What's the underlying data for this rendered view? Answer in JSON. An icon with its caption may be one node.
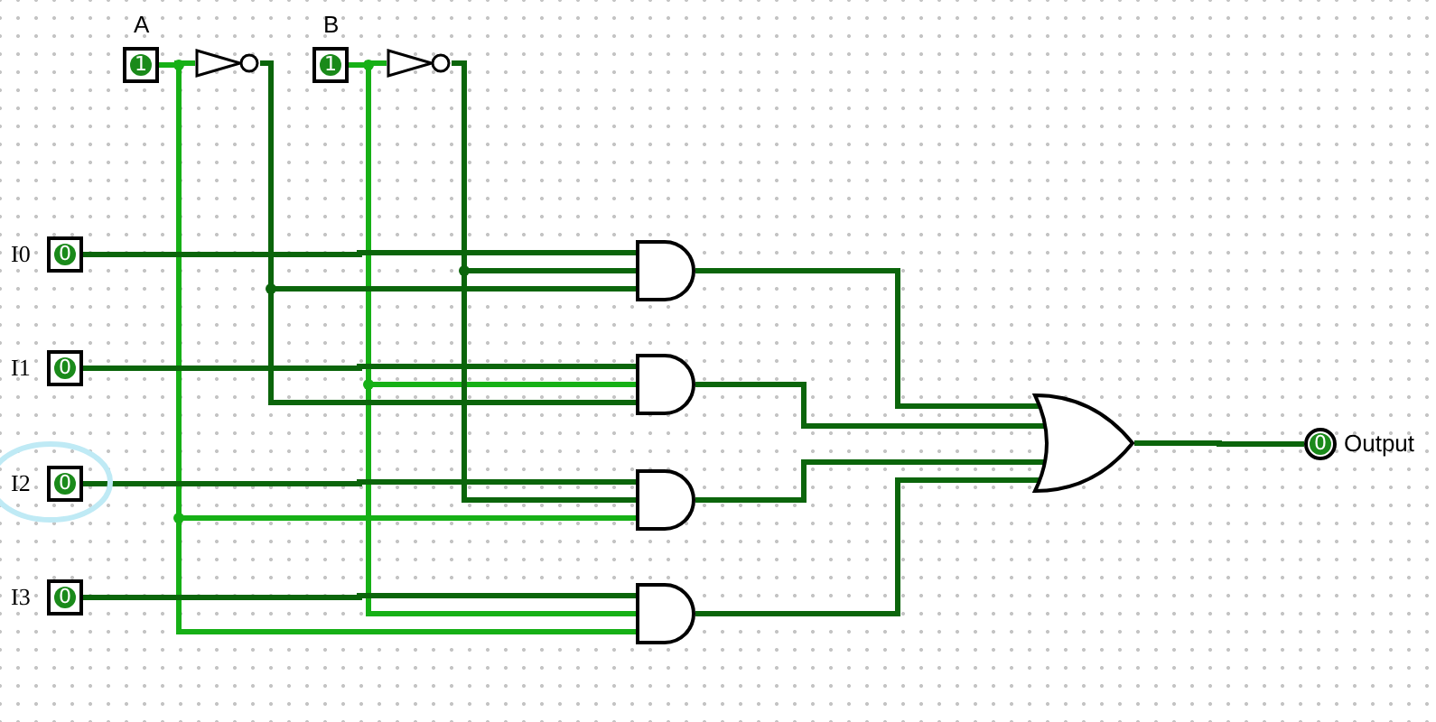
{
  "diagram": {
    "nodes": [
      {
        "text": [
          "A",
          "1"
        ]
      },
      {
        "text": [],
        "shape": "gate"
      },
      {
        "text": [
          "B",
          "1"
        ]
      },
      {
        "text": [],
        "shape": "gate"
      },
      {
        "text": [
          "I0",
          "0"
        ]
      },
      {
        "text": [
          "I1",
          "0"
        ]
      },
      {
        "text": [
          "I2",
          "0"
        ]
      },
      {
        "text": [
          "I3",
          "0"
        ]
      },
      {
        "text": [],
        "shape": "gate"
      },
      {
        "text": [],
        "shape": "gate"
      },
      {
        "text": [],
        "shape": "gate"
      },
      {
        "text": [],
        "shape": "gate"
      },
      {
        "text": [],
        "shape": "gate"
      },
      {
        "text": [
          "0",
          "Output"
        ]
      }
    ],
    "edges": [
      {
        "from": 0,
        "to": 1,
        "arrow": "none",
        "color": "#16b016"
      },
      {
        "from": 0,
        "to": 10,
        "arrow": "none",
        "color": "#16b016"
      },
      {
        "from": 0,
        "to": 11,
        "arrow": "none",
        "color": "#16b016"
      },
      {
        "from": 2,
        "to": 3,
        "arrow": "none",
        "color": "#16b016"
      },
      {
        "from": 2,
        "to": 9,
        "arrow": "none",
        "color": "#16b016"
      },
      {
        "from": 2,
        "to": 11,
        "arrow": "none",
        "color": "#16b016"
      },
      {
        "from": 1,
        "to": 8,
        "arrow": "none"
      },
      {
        "from": 1,
        "to": 9,
        "arrow": "none"
      },
      {
        "from": 3,
        "to": 8,
        "arrow": "none"
      },
      {
        "from": 3,
        "to": 10,
        "arrow": "none"
      },
      {
        "from": 4,
        "to": 8,
        "arrow": "none"
      },
      {
        "from": 5,
        "to": 9,
        "arrow": "none"
      },
      {
        "from": 6,
        "to": 10,
        "arrow": "none"
      },
      {
        "from": 7,
        "to": 11,
        "arrow": "none"
      },
      {
        "from": 8,
        "to": 12,
        "arrow": "none"
      },
      {
        "from": 9,
        "to": 12,
        "arrow": "none"
      },
      {
        "from": 10,
        "to": 12,
        "arrow": "none"
      },
      {
        "from": 11,
        "to": 12,
        "arrow": "none"
      },
      {
        "from": 12,
        "to": 13,
        "arrow": "none"
      }
    ]
  }
}
